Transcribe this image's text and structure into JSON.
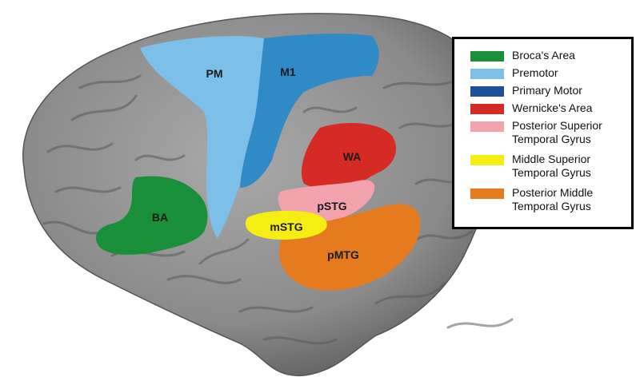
{
  "regions": [
    {
      "id": "broca",
      "label": "BA",
      "color": "#1a8f3a"
    },
    {
      "id": "premotor",
      "label": "PM",
      "color": "#7cc0ea"
    },
    {
      "id": "primary-motor",
      "label": "M1",
      "color": "#2f8ac6"
    },
    {
      "id": "wernicke",
      "label": "WA",
      "color": "#d62a24"
    },
    {
      "id": "pstg",
      "label": "pSTG",
      "color": "#f2a3ad"
    },
    {
      "id": "mstg",
      "label": "mSTG",
      "color": "#f4ee12"
    },
    {
      "id": "pmtg",
      "label": "pMTG",
      "color": "#e57b1e"
    }
  ],
  "legend": [
    {
      "label": "Broca's Area",
      "color": "#1a8f3a"
    },
    {
      "label": "Premotor",
      "color": "#7cc0ea"
    },
    {
      "label": "Primary Motor",
      "color": "#1f4f9a"
    },
    {
      "label": "Wernicke's Area",
      "color": "#d62a24"
    },
    {
      "label": "Posterior Superior\nTemporal Gyrus",
      "color": "#f2a3ad"
    },
    {
      "label": "Middle Superior\nTemporal Gyrus",
      "color": "#f4ee12"
    },
    {
      "label": "Posterior Middle\nTemporal Gyrus",
      "color": "#e57b1e"
    }
  ]
}
